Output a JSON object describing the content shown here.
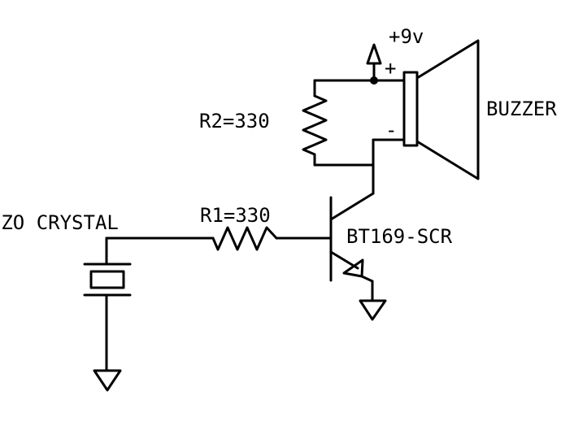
{
  "labels": {
    "supply": "+9v",
    "plus": "+",
    "minus": "-",
    "r2": "R2=330",
    "r1": "R1=330",
    "buzzer": "BUZZER",
    "scr": "BT169-SCR",
    "piezo": "PIEZO CRYSTAL"
  },
  "colors": {
    "ink": "#000000",
    "background": "#ffffff"
  }
}
